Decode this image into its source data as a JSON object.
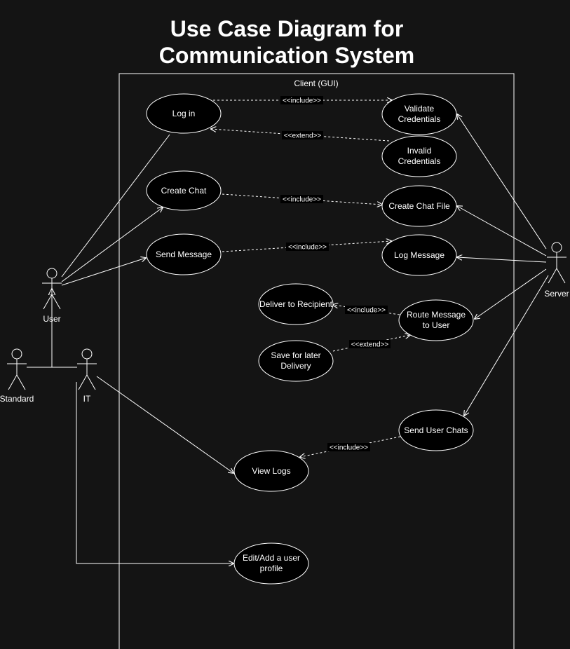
{
  "title": [
    "Use Case Diagram for",
    "Communication System"
  ],
  "system_boundary": "Client (GUI)",
  "actors": {
    "user": "User",
    "standard": "Standard",
    "it": "IT",
    "server": "Server"
  },
  "use_cases": {
    "login": [
      "Log in"
    ],
    "validate": [
      "Validate",
      "Credentials"
    ],
    "invalid": [
      "Invalid",
      "Credentials"
    ],
    "create_chat": [
      "Create Chat"
    ],
    "create_chat_file": [
      "Create Chat File"
    ],
    "send_message": [
      "Send Message"
    ],
    "log_message": [
      "Log Message"
    ],
    "deliver": [
      "Deliver to Recipient"
    ],
    "route": [
      "Route Message",
      "to User"
    ],
    "save_later": [
      "Save for later",
      "Delivery"
    ],
    "send_user_chats": [
      "Send User Chats"
    ],
    "view_logs": [
      "View Logs"
    ],
    "edit_profile": [
      "Edit/Add a user",
      "profile"
    ]
  },
  "relations": {
    "include": "<<include>>",
    "extend": "<<extend>>"
  }
}
